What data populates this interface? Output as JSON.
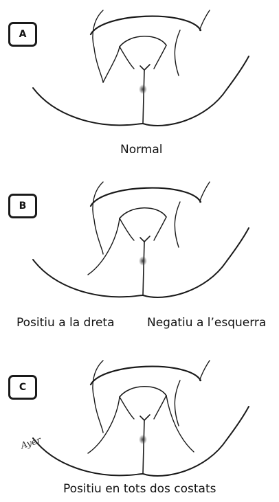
{
  "panels": [
    {
      "label": "A",
      "caption": "Normal"
    },
    {
      "label": "B",
      "caption_left": "Positiu a la dreta",
      "caption_right": "Negatiu a l’esquerra"
    },
    {
      "label": "C",
      "caption": "Positiu en tots dos costats"
    }
  ],
  "signature": "Ayer"
}
